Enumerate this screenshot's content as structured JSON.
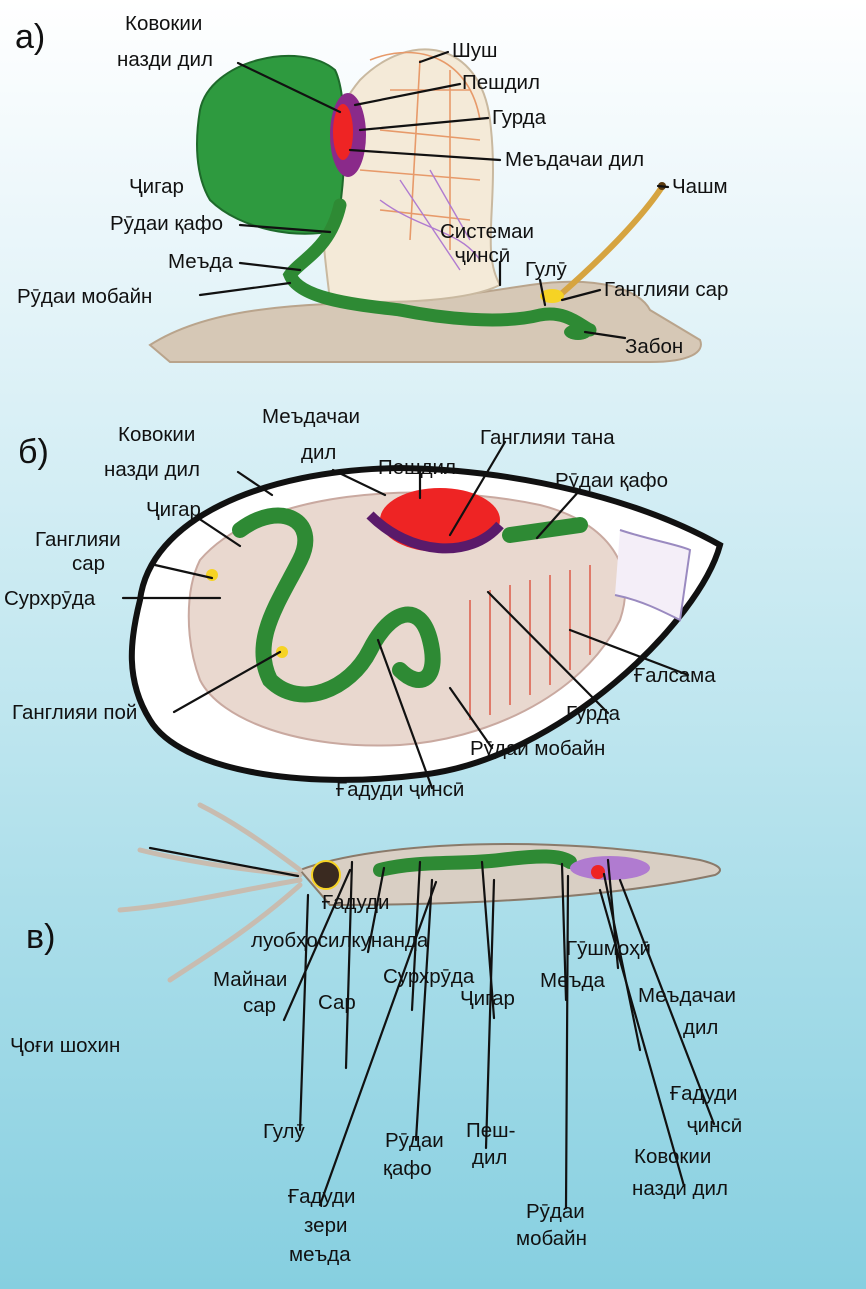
{
  "panels": [
    {
      "letter": "а)",
      "labels": [
        "Ковокии",
        "назди дил",
        "Шуш",
        "Пешдил",
        "Гурда",
        "Меъдачаи дил",
        "Чашм",
        "Ҷигар",
        "Рӯдаи қафо",
        "Системаи",
        "ҷинсӣ",
        "Меъда",
        "Гулӯ",
        "Рӯдаи мобайн",
        "Ганглияи сар",
        "Забон"
      ]
    },
    {
      "letter": "б)",
      "labels": [
        "Ковокии",
        "назди дил",
        "Меъдачаи",
        "дил",
        "Ганглияи тана",
        "Пешдил",
        "Рӯдаи қафо",
        "Ҷигар",
        "Ганглияи",
        "сар",
        "Сурхрӯда",
        "Ғалсама",
        "Гурда",
        "Ганглияи пой",
        "Рӯдаи мобайн",
        "Ғадуди ҷинсӣ"
      ]
    },
    {
      "letter": "в)",
      "labels": [
        "Ғадуди",
        "луобҳосилкунанда",
        "Гӯшмоҳӣ",
        "Майнаи",
        "сар",
        "Сар",
        "Сурхрӯда",
        "Меъда",
        "Ҷигар",
        "Меъдачаи",
        "дил",
        "Ҷоғи шохин",
        "Ғадуди",
        "ҷинсӣ",
        "Гулӯ",
        "Рӯдаи",
        "қафо",
        "Пеш-",
        "дил",
        "Ковокии",
        "назди дил",
        "Ғадуди",
        "зери",
        "меъда",
        "Рӯдаи",
        "мобайн"
      ]
    }
  ]
}
